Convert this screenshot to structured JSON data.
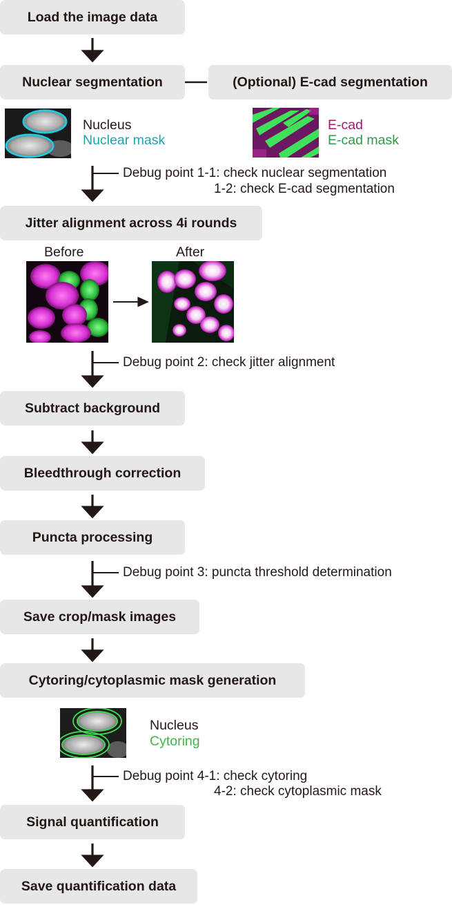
{
  "steps": {
    "load": "Load the image data",
    "nuclear": "Nuclear segmentation",
    "ecad": "(Optional) E-cad segmentation",
    "jitter": "Jitter alignment across 4i rounds",
    "subtract": "Subtract background",
    "bleed": "Bleedthrough correction",
    "puncta": "Puncta processing",
    "save_crop": "Save crop/mask images",
    "cytoring": "Cytoring/cytoplasmic mask generation",
    "signal": "Signal quantification",
    "save_quant": "Save quantification data"
  },
  "legends": {
    "nuc_nucleus": "Nucleus",
    "nuc_mask": "Nuclear mask",
    "ecad": "E-cad",
    "ecad_mask": "E-cad mask",
    "before": "Before",
    "after": "After",
    "cyto_nucleus": "Nucleus",
    "cyto_ring": "Cytoring"
  },
  "debug": {
    "d1_1": "Debug point 1-1: check nuclear segmentation",
    "d1_2": "1-2: check E-cad segmentation",
    "d2": "Debug point 2: check jitter alignment",
    "d3": "Debug point 3: puncta threshold determination",
    "d4_1": "Debug point 4-1: check cytoring",
    "d4_2": "4-2: check cytoplasmic mask"
  },
  "colors": {
    "box": "#e7e7e8",
    "text": "#231815",
    "nuclear_mask": "#1aa3b0",
    "ecad": "#a4166f",
    "ecad_mask": "#2e9a48",
    "cytoring": "#3db54a"
  }
}
